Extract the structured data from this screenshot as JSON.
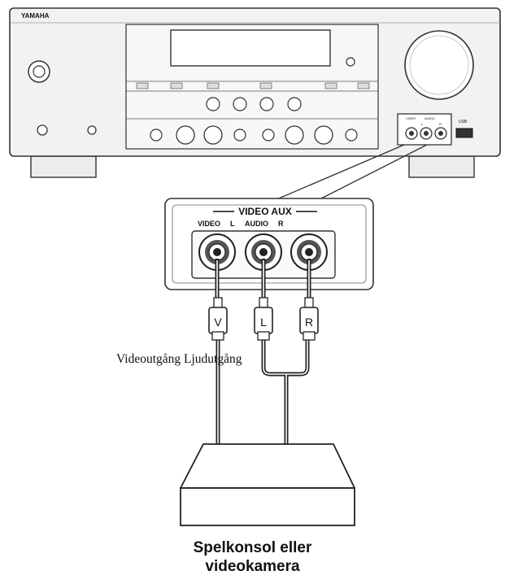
{
  "receiver": {
    "brand": "YAMAHA",
    "front_jack_labels": [
      "VIDEO",
      "L",
      "AUDIO",
      "R"
    ],
    "usb_label": "USB"
  },
  "panel": {
    "title": "VIDEO AUX",
    "label_video": "VIDEO",
    "label_l": "L",
    "label_audio": "AUDIO",
    "label_r": "R"
  },
  "plugs": {
    "video": "V",
    "left": "L",
    "right": "R"
  },
  "outputs_label": "Videoutgång Ljudutgång",
  "device_caption": {
    "line1": "Spelkonsol eller",
    "line2": "videokamera"
  }
}
